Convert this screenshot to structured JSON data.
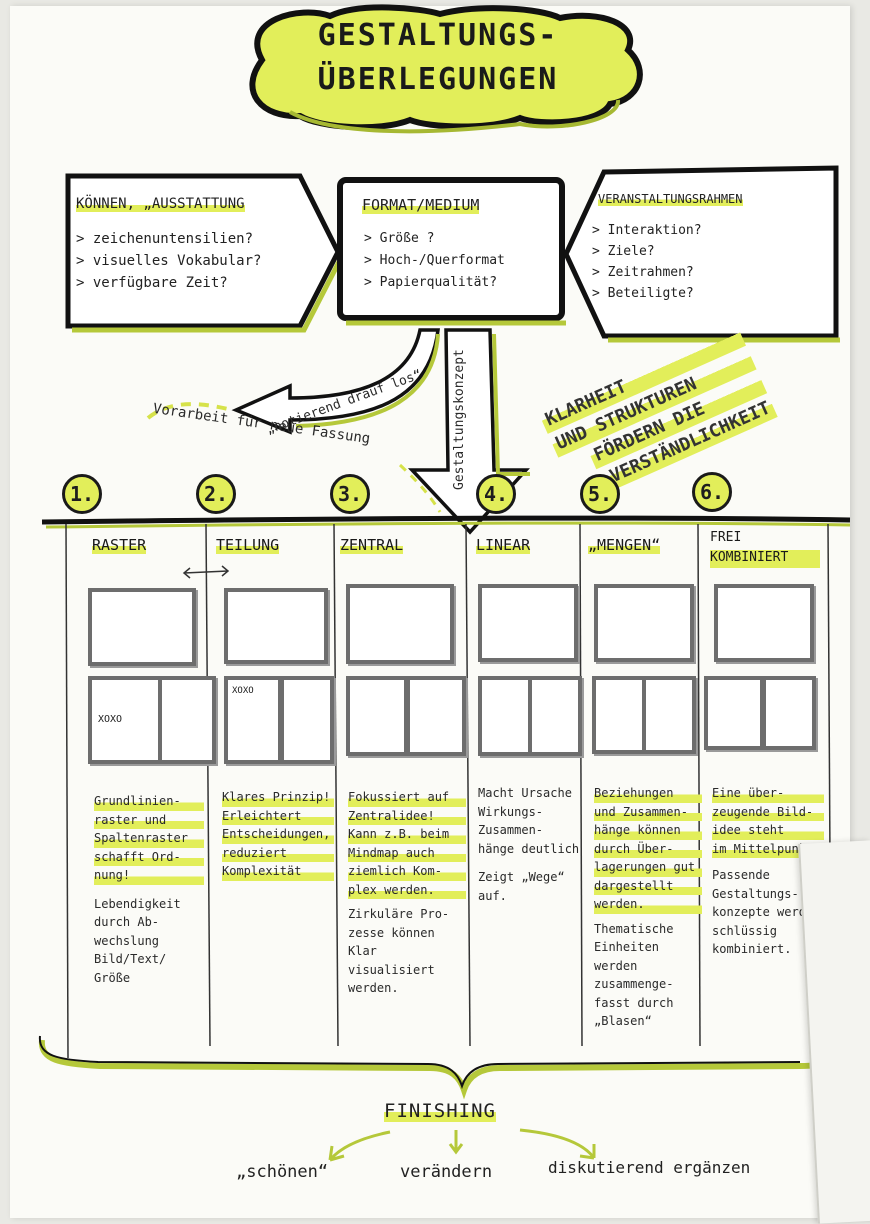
{
  "title": {
    "line1": "GESTALTUNGS-",
    "line2": "ÜBERLEGUNGEN"
  },
  "boxes": [
    {
      "heading": "KÖNNEN, „AUSSTATTUNG",
      "items": [
        "zeichenuntensilien?",
        "visuelles Vokabular?",
        "verfügbare Zeit?"
      ]
    },
    {
      "heading": "FORMAT/MEDIUM",
      "items": [
        "Größe ?",
        "Hoch-/Querformat",
        "Papierqualität?"
      ]
    },
    {
      "heading": "VERANSTALTUNGSRAHMEN",
      "items": [
        "Interaktion?",
        "Ziele?",
        "Zeitrahmen?",
        "Beteiligte?"
      ]
    }
  ],
  "arrows": {
    "left_arrow_label": "„notierend drauf los“",
    "dashed_label": "Vorarbeit für neue Fassung",
    "down_arrow_label": "Gestaltungskonzept"
  },
  "diagonal_note": [
    "KLARHEIT",
    "UND STRUKTUREN",
    "FÖRDERN DIE",
    "VERSTÄNDLICHKEIT"
  ],
  "columns": [
    {
      "num": "1.",
      "heading": "RASTER",
      "text": [
        "Grundlinien-",
        "raster und",
        "Spaltenraster",
        "schafft Ord-",
        "nung!",
        "",
        "Lebendigkeit",
        "durch Ab-",
        "wechslung",
        "Bild/Text/",
        "Größe"
      ]
    },
    {
      "num": "2.",
      "heading": "TEILUNG",
      "text": [
        "Klares Prinzip!",
        "Erleichtert",
        "Entscheidungen,",
        "reduziert",
        "Komplexität"
      ]
    },
    {
      "num": "3.",
      "heading": "ZENTRAL",
      "text": [
        "Fokussiert auf",
        "Zentralidee!",
        "Kann z.B. beim",
        "Mindmap auch",
        "ziemlich Kom-",
        "plex werden.",
        "",
        "Zirkuläre Pro-",
        "zesse können",
        "Klar visualisiert",
        "werden."
      ]
    },
    {
      "num": "4.",
      "heading": "LINEAR",
      "text": [
        "Macht Ursache",
        "Wirkungs-",
        "Zusammen-",
        "hänge deutlich",
        "",
        "Zeigt „Wege“",
        "auf."
      ]
    },
    {
      "num": "5.",
      "heading": "„MENGEN“",
      "text": [
        "Beziehungen",
        "und Zusammen-",
        "hänge können",
        "durch Über-",
        "lagerungen gut",
        "dargestellt",
        "werden.",
        "",
        "Thematische",
        "Einheiten werden",
        "zusammenge-",
        "fasst durch",
        "„Blasen“"
      ]
    },
    {
      "num": "6.",
      "heading": "FREI KOMBINIERT",
      "text": [
        "Eine über-",
        "zeugende Bild-",
        "idee steht",
        "im Mittelpunkt!",
        "",
        "Passende",
        "Gestaltungs-",
        "konzepte werden",
        "schlüssig",
        "kombiniert."
      ]
    }
  ],
  "sketch_labels": {
    "xoxo": "XOXO",
    "xoxo2": "XOXO"
  },
  "finishing": {
    "title": "FINISHING",
    "options": [
      "„schönen“",
      "verändern",
      "diskutierend ergänzen"
    ]
  },
  "colors": {
    "highlighter": "#e2ee5a",
    "ink": "#1a1a1a",
    "paper": "#fbfbf7",
    "frame": "#6d6d6d"
  }
}
